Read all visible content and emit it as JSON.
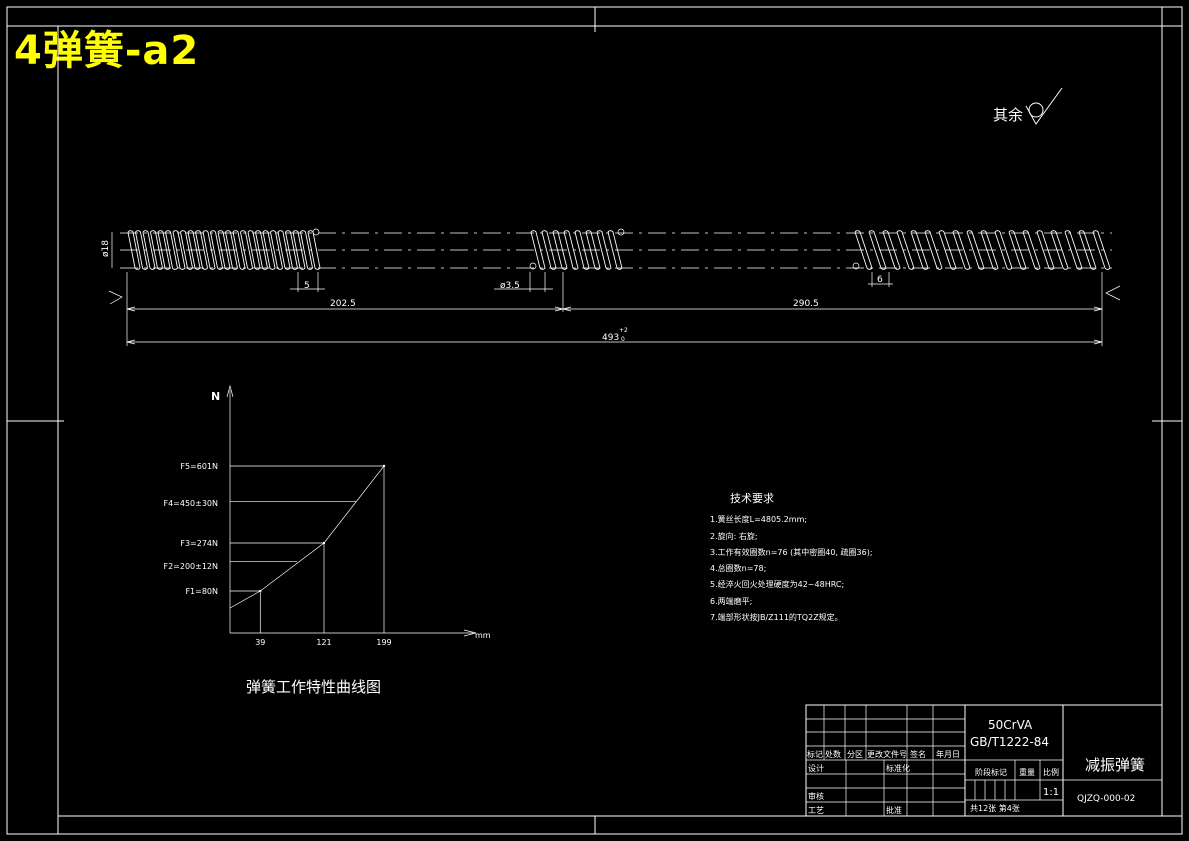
{
  "drawing_label": "4弹簧-a2",
  "surface_note": "其余",
  "dimensions": {
    "diameter": "ø18",
    "pitch_left": "5",
    "wire_dia": "ø3.5",
    "pitch_right": "6",
    "len_left": "202.5",
    "len_right": "290.5",
    "total": "493",
    "total_tol_upper": "+2",
    "total_tol_lower": "0"
  },
  "chart": {
    "y_axis_label": "N",
    "x_axis_label": "mm",
    "title": "弹簧工作特性曲线图",
    "y_ticks": [
      "F5=601N",
      "F4=450±30N",
      "F3=274N",
      "F2=200±12N",
      "F1=80N"
    ],
    "x_ticks": [
      "39",
      "121",
      "199"
    ]
  },
  "chart_data": {
    "type": "line",
    "title": "弹簧工作特性曲线图",
    "xlabel": "mm",
    "ylabel": "N",
    "points": [
      {
        "x": 39,
        "y": 80,
        "label": "F1=80N"
      },
      {
        "x": 121,
        "y": 274,
        "label": "F3=274N"
      },
      {
        "x": 199,
        "y": 601,
        "label": "F5=601N"
      }
    ],
    "reference_levels": [
      {
        "label": "F4=450±30N",
        "y": 450
      },
      {
        "label": "F2=200±12N",
        "y": 200
      }
    ]
  },
  "tech_requirements": {
    "heading": "技术要求",
    "items": [
      "1.簧丝长度L=4805.2mm;",
      "2.旋向: 右旋;",
      "3.工作有效圈数n=76 (其中密圈40, 疏圈36);",
      "4.总圈数n=78;",
      "5.经淬火回火处理硬度为42~48HRC;",
      "6.两端磨平;",
      "7.端部形状按JB/Z111的TQ2Z规定。"
    ]
  },
  "title_block": {
    "material": "50CrVA",
    "standard": "GB/T1222-84",
    "part_name": "减振弹簧",
    "drawing_no": "QJZQ-000-02",
    "scale": "1:1",
    "sheets": "共12张 第4张",
    "hdr_mark": "标记",
    "hdr_count": "处数",
    "hdr_zone": "分区",
    "hdr_doc": "更改文件号",
    "hdr_sign": "签名",
    "hdr_date": "年月日",
    "design": "设计",
    "standardize": "标准化",
    "stage_mark": "阶段标记",
    "weight": "重量",
    "scale_label": "比例",
    "review": "审核",
    "process": "工艺",
    "approve": "批准"
  }
}
